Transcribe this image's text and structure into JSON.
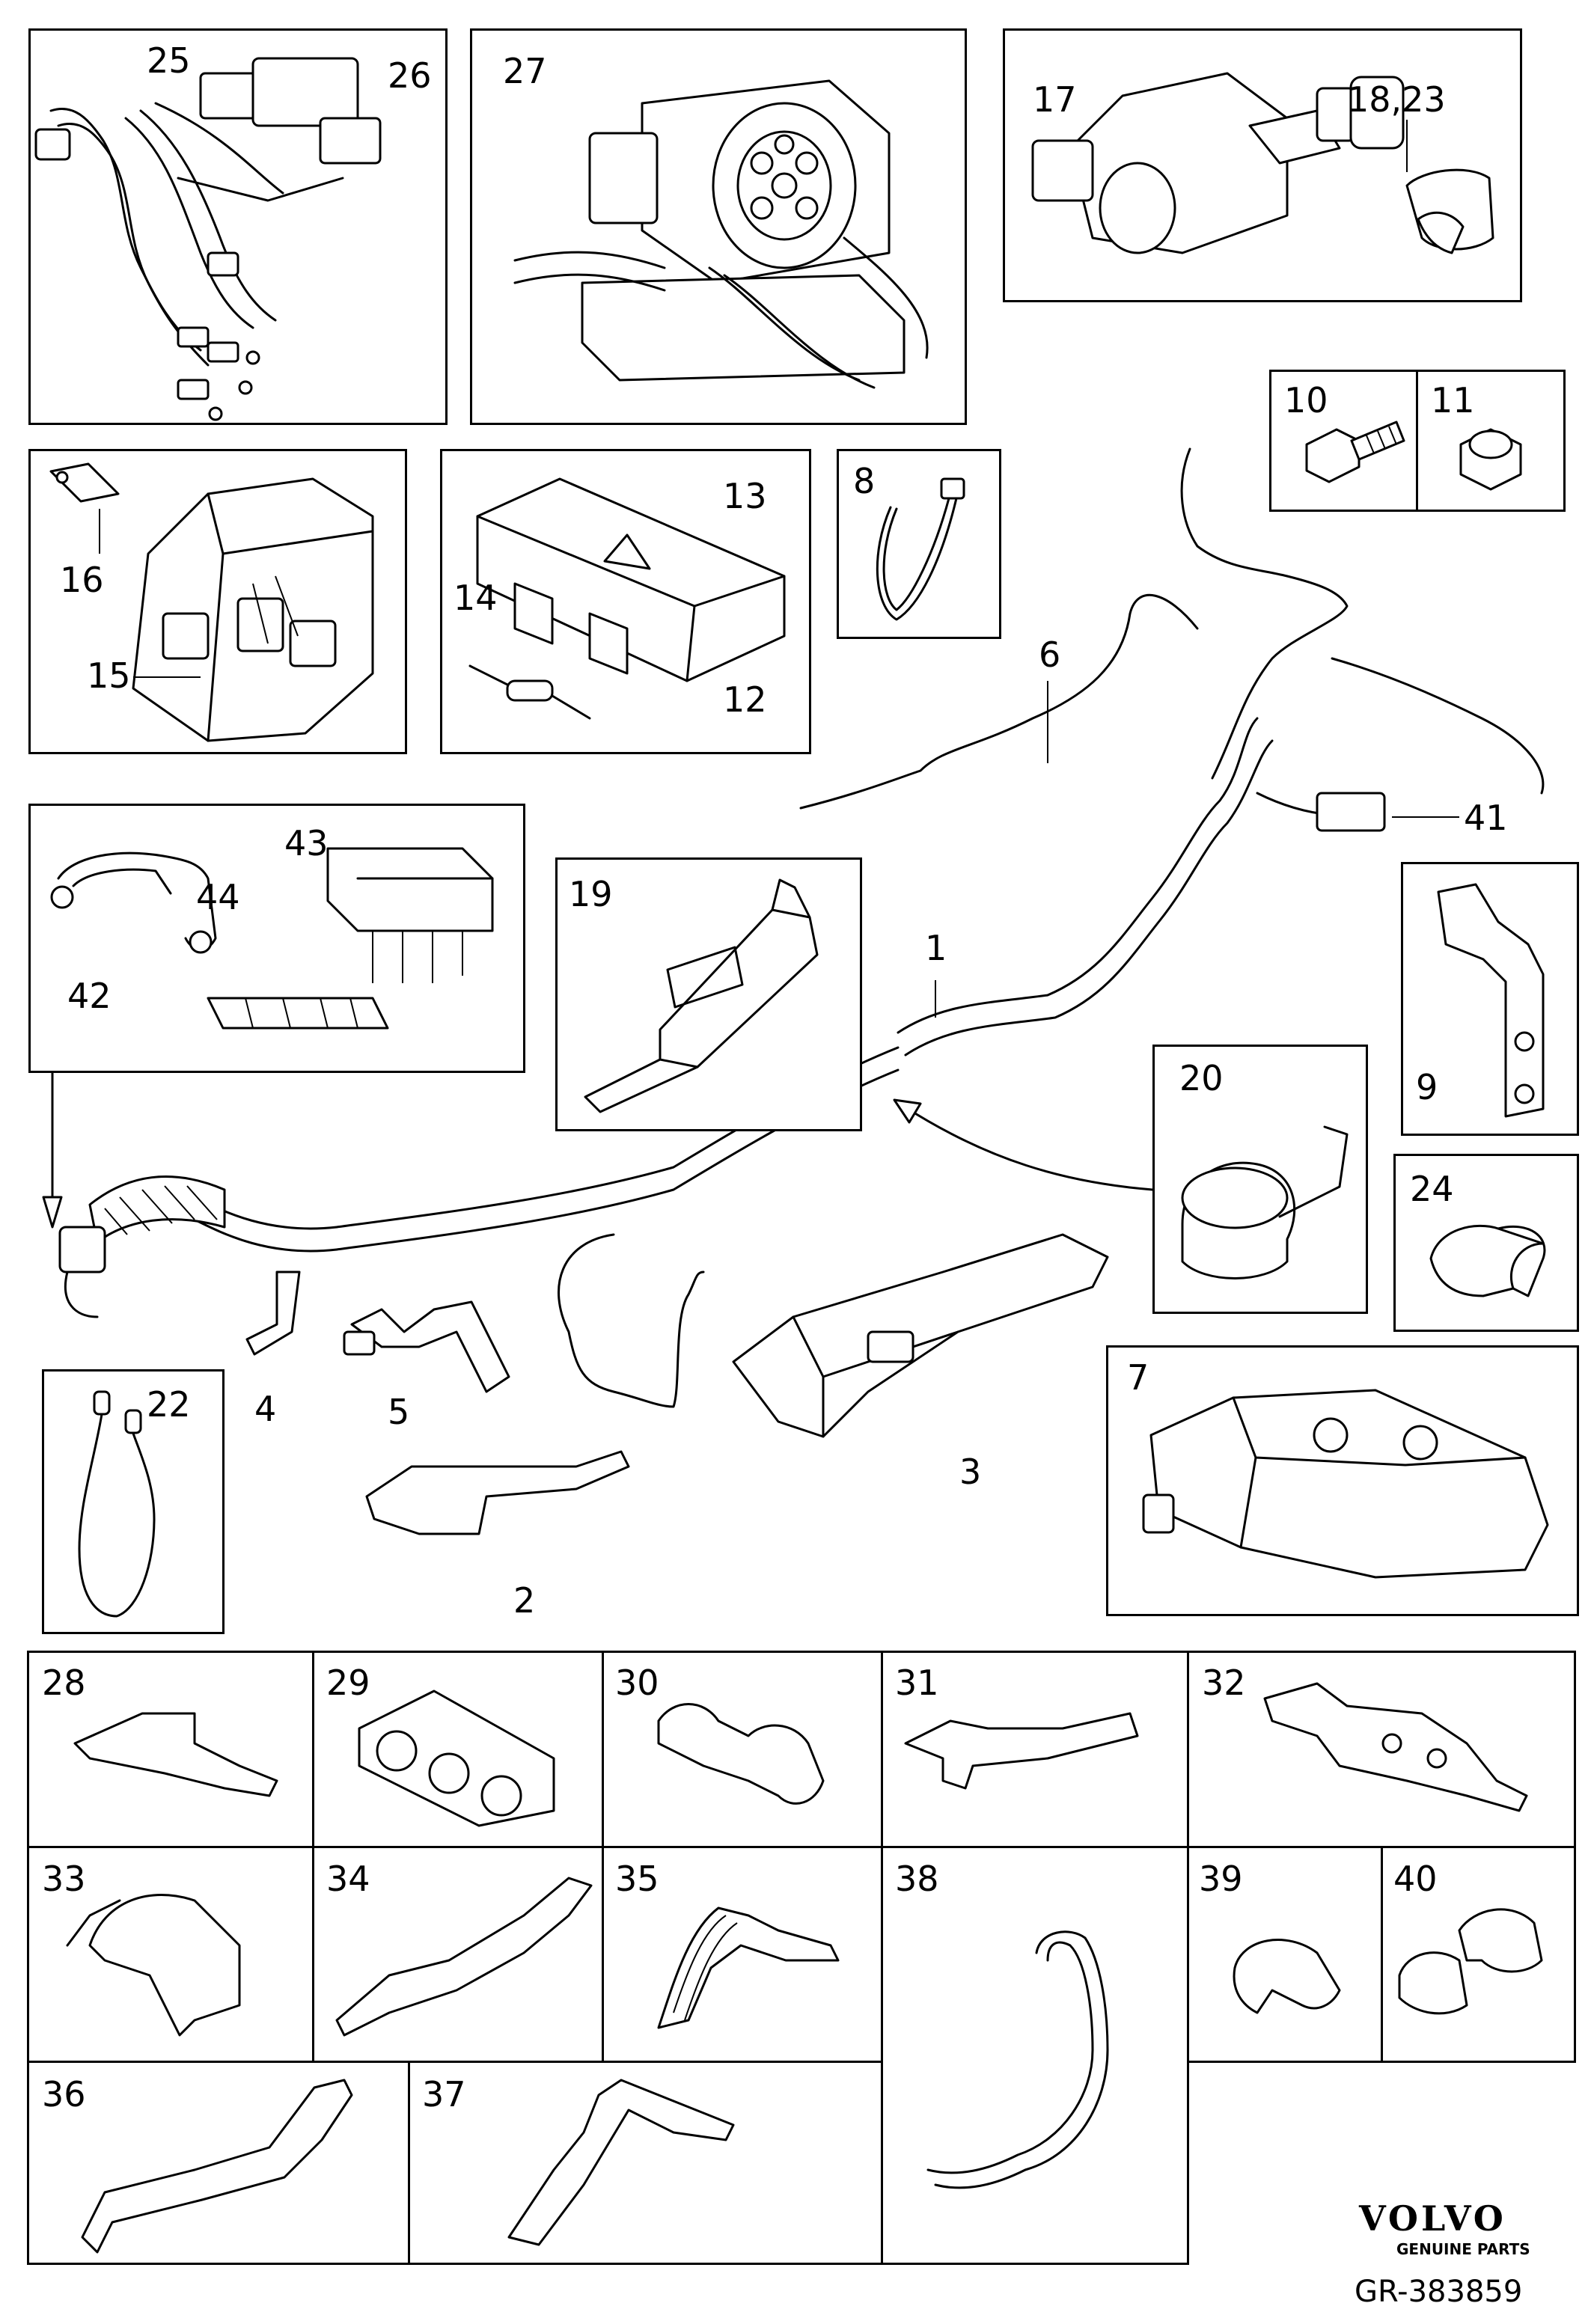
{
  "callouts": {
    "c1": "1",
    "c2": "2",
    "c3": "3",
    "c4": "4",
    "c5": "5",
    "c6": "6",
    "c7": "7",
    "c8": "8",
    "c9": "9",
    "c10": "10",
    "c11": "11",
    "c12": "12",
    "c13": "13",
    "c14": "14",
    "c15": "15",
    "c16": "16",
    "c17": "17",
    "c18_23": "18,23",
    "c19": "19",
    "c20": "20",
    "c22": "22",
    "c24": "24",
    "c25": "25",
    "c26": "26",
    "c27": "27",
    "c28": "28",
    "c29": "29",
    "c30": "30",
    "c31": "31",
    "c32": "32",
    "c33": "33",
    "c34": "34",
    "c35": "35",
    "c36": "36",
    "c37": "37",
    "c38": "38",
    "c39": "39",
    "c40": "40",
    "c41": "41",
    "c42": "42",
    "c43": "43",
    "c44": "44"
  },
  "brand": {
    "name": "VOLVO",
    "tagline": "GENUINE PARTS"
  },
  "reference": "GR-383859"
}
